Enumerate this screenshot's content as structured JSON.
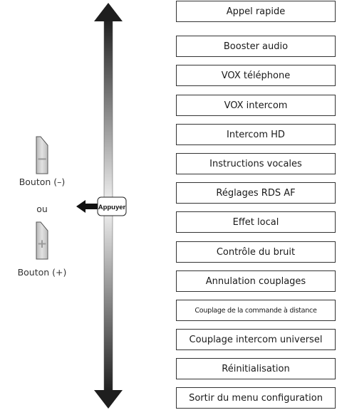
{
  "menu": [
    "Appel rapide",
    "Booster audio",
    "VOX téléphone",
    "VOX intercom",
    "Intercom HD",
    "Instructions vocales",
    "Réglages RDS AF",
    "Effet local",
    "Contrôle du bruit",
    "Annulation couplages",
    "Couplage de la commande à distance",
    "Couplage intercom universel",
    "Réinitialisation",
    "Sortir du menu configuration"
  ],
  "buttons": {
    "minus_label": "Bouton (–)",
    "or_label": "ou",
    "plus_label": "Bouton (+)",
    "minus_symbol": "−",
    "plus_symbol": "+"
  },
  "press_label": "Appuyer",
  "colors": {
    "line": "#333333",
    "arrow_dark": "#1e1e1e",
    "arrow_light": "#f4f4f4",
    "key_face": "#c8c8c8",
    "key_symbol": "#9a9a9a"
  }
}
